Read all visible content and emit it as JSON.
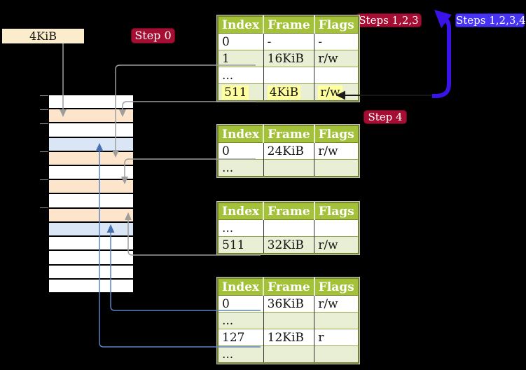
{
  "labels": {
    "frame_label": "4KiB",
    "step0": "Step 0",
    "steps123": "Steps 1,2,3",
    "steps1234": "Steps 1,2,3,4",
    "step4": "Step 4"
  },
  "colors": {
    "background": "#000000",
    "badge_red": "#a50d32",
    "badge_blue": "#4733f2",
    "table_header_green": "#a3c139",
    "table_row_shaded_green": "#e9efd4",
    "memory_table_frame_peach": "#fce5cb",
    "memory_mapped_page_blue": "#dae6f5",
    "highlight_yellow": "#ffff9d",
    "frame_label_cream": "#fbeccb",
    "arrow_gray": "#9d9d9d",
    "arrow_thin_blue": "#5b82c2",
    "arrow_thick_blue": "#3a13e8"
  },
  "memory_column": {
    "rows": [
      {
        "kind": "plain"
      },
      {
        "kind": "table-frame"
      },
      {
        "kind": "plain"
      },
      {
        "kind": "mapped-page"
      },
      {
        "kind": "table-frame"
      },
      {
        "kind": "plain"
      },
      {
        "kind": "table-frame"
      },
      {
        "kind": "plain"
      },
      {
        "kind": "table-frame"
      },
      {
        "kind": "mapped-page"
      },
      {
        "kind": "plain"
      },
      {
        "kind": "plain"
      },
      {
        "kind": "plain"
      },
      {
        "kind": "plain"
      }
    ]
  },
  "tables": [
    {
      "name": "level-4-table",
      "headers": [
        "Index",
        "Frame",
        "Flags"
      ],
      "rows": [
        {
          "cells": [
            "0",
            "-",
            "-"
          ]
        },
        {
          "cells": [
            "1",
            "16KiB",
            "r/w"
          ]
        },
        {
          "cells": [
            "...",
            "",
            ""
          ]
        },
        {
          "cells": [
            "511",
            "4KiB",
            "r/w"
          ],
          "highlighted": true
        }
      ]
    },
    {
      "name": "level-3-table",
      "headers": [
        "Index",
        "Frame",
        "Flags"
      ],
      "rows": [
        {
          "cells": [
            "0",
            "24KiB",
            "r/w"
          ]
        },
        {
          "cells": [
            "...",
            "",
            ""
          ]
        }
      ]
    },
    {
      "name": "level-2-table",
      "headers": [
        "Index",
        "Frame",
        "Flags"
      ],
      "rows": [
        {
          "cells": [
            "...",
            "",
            ""
          ]
        },
        {
          "cells": [
            "511",
            "32KiB",
            "r/w"
          ]
        }
      ]
    },
    {
      "name": "level-1-table",
      "headers": [
        "Index",
        "Frame",
        "Flags"
      ],
      "rows": [
        {
          "cells": [
            "0",
            "36KiB",
            "r/w"
          ]
        },
        {
          "cells": [
            "...",
            "",
            ""
          ]
        },
        {
          "cells": [
            "127",
            "12KiB",
            "r"
          ]
        },
        {
          "cells": [
            "...",
            "",
            ""
          ]
        }
      ]
    }
  ]
}
